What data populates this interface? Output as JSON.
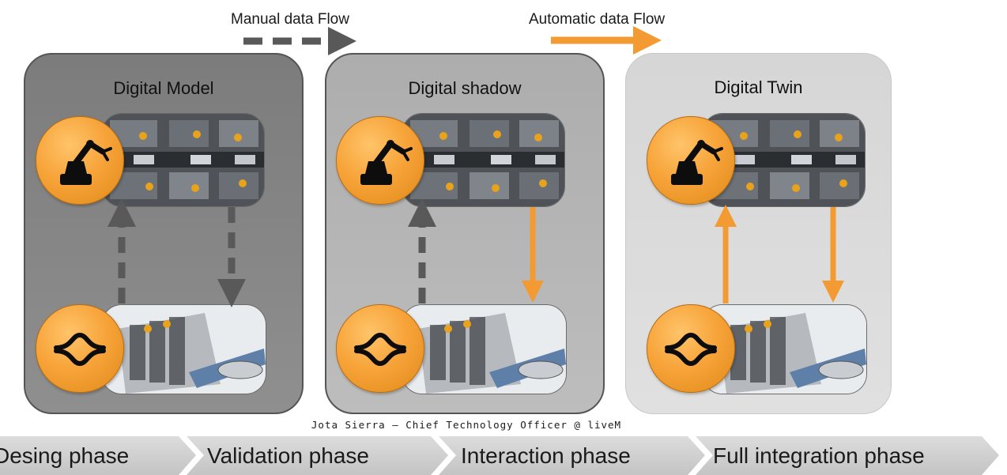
{
  "legend": {
    "manual_label": "Manual data Flow",
    "automatic_label": "Automatic data Flow"
  },
  "colors": {
    "orange": "#f49a33",
    "dark_grey": "#595959",
    "panel_model": "#858585",
    "panel_shadow": "#b3b3b3",
    "panel_twin": "#d9d9d9"
  },
  "panels": [
    {
      "title": "Digital Model",
      "icons": [
        "robot-arm-icon",
        "transfer-function-icon"
      ],
      "up_flow": "manual",
      "down_flow": "manual"
    },
    {
      "title": "Digital shadow",
      "icons": [
        "robot-arm-icon",
        "transfer-function-icon"
      ],
      "up_flow": "manual",
      "down_flow": "automatic"
    },
    {
      "title": "Digital Twin",
      "icons": [
        "robot-arm-icon",
        "transfer-function-icon"
      ],
      "up_flow": "automatic",
      "down_flow": "automatic"
    }
  ],
  "credit": "Jota Sierra – Chief Technology Officer @ liveM",
  "phases": [
    "Desing phase",
    "Validation phase",
    "Interaction phase",
    "Full integration phase"
  ]
}
